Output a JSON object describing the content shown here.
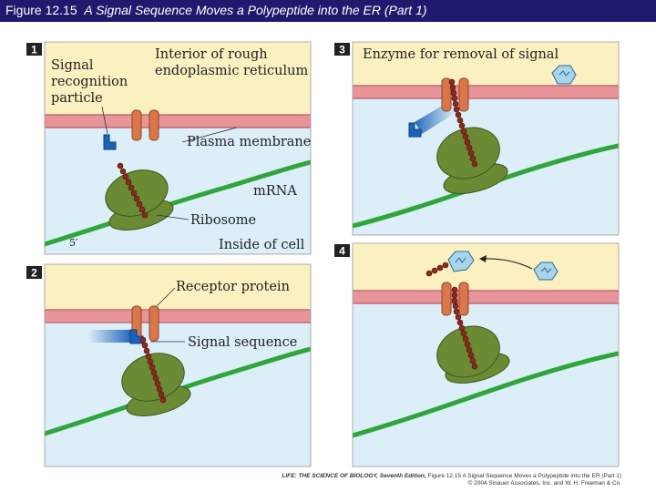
{
  "title": {
    "figure_number": "Figure 12.15",
    "text": "A Signal Sequence Moves a Polypeptide into the ER (Part 1)"
  },
  "panels": [
    {
      "number": "1",
      "labels": {
        "interior_line1": "Interior of rough",
        "interior_line2": "endoplasmic reticulum",
        "srp_line1": "Signal",
        "srp_line2": "recognition",
        "srp_line3": "particle",
        "plasma_membrane": "Plasma membrane",
        "mrna": "mRNA",
        "ribosome": "Ribosome",
        "five_prime": "5′",
        "inside_cell": "Inside of cell"
      }
    },
    {
      "number": "2",
      "labels": {
        "receptor_protein": "Receptor protein",
        "signal_sequence": "Signal sequence"
      }
    },
    {
      "number": "3",
      "labels": {
        "enzyme": "Enzyme for removal of signal"
      }
    },
    {
      "number": "4",
      "labels": {}
    }
  ],
  "caption": {
    "line1_bold": "LIFE: THE SCIENCE OF BIOLOGY, Seventh Edition,",
    "line1_rest": " Figure 12.15 A Signal Sequence Moves a Polypeptide into the ER (Part 1)",
    "line2": "© 2004 Sinauer Associates, Inc. and W. H. Freeman & Co."
  },
  "colors": {
    "title_bar": "#1f1a6e",
    "er_interior": "#fbf0c0",
    "membrane": "#e8949b",
    "cytoplasm": "#dceef8",
    "ribosome": "#6b8a34",
    "mrna": "#2fa63a",
    "receptor": "#d9774a",
    "signal_particle": "#1b63b8",
    "polypeptide_bead": "#8a2a20"
  }
}
